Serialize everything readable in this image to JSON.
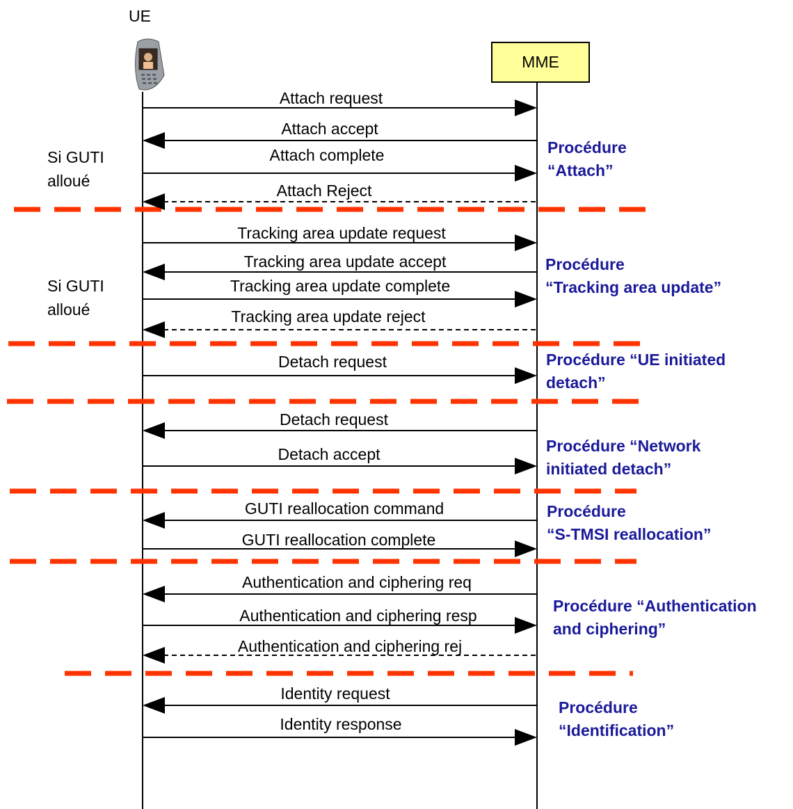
{
  "actors": {
    "ue": "UE",
    "mme": "MME"
  },
  "messages": [
    {
      "label": "Attach request"
    },
    {
      "label": "Attach accept"
    },
    {
      "label": "Attach complete"
    },
    {
      "label": "Attach Reject"
    },
    {
      "label": "Tracking area update request"
    },
    {
      "label": "Tracking area update accept"
    },
    {
      "label": "Tracking area update complete"
    },
    {
      "label": "Tracking area update reject"
    },
    {
      "label": "Detach request"
    },
    {
      "label": "Detach request"
    },
    {
      "label": "Detach accept"
    },
    {
      "label": "GUTI reallocation command"
    },
    {
      "label": "GUTI reallocation complete"
    },
    {
      "label": "Authentication and ciphering req"
    },
    {
      "label": "Authentication and ciphering resp"
    },
    {
      "label": "Authentication and ciphering rej"
    },
    {
      "label": "Identity request"
    },
    {
      "label": "Identity response"
    }
  ],
  "notes": [
    {
      "line1": "Si GUTI",
      "line2": "alloué"
    },
    {
      "line1": "Si GUTI",
      "line2": "alloué"
    }
  ],
  "procedures": [
    {
      "line1": "Procédure",
      "line2": "“Attach”"
    },
    {
      "line1": "Procédure",
      "line2": "“Tracking area update”"
    },
    {
      "line1": "Procédure “UE initiated",
      "line2": "detach”"
    },
    {
      "line1": "Procédure “Network",
      "line2": "initiated detach”"
    },
    {
      "line1": "Procédure",
      "line2": "“S-TMSI reallocation”"
    },
    {
      "line1": "Procédure “Authentication",
      "line2": "and ciphering”"
    },
    {
      "line1": "Procédure",
      "line2": "“Identification”"
    }
  ],
  "colors": {
    "separator": "#ff3300",
    "procedure_text": "#1a1a9a",
    "mme_box_fill": "#ffff99"
  },
  "icons": {
    "ue": "mobile-phone-icon"
  }
}
